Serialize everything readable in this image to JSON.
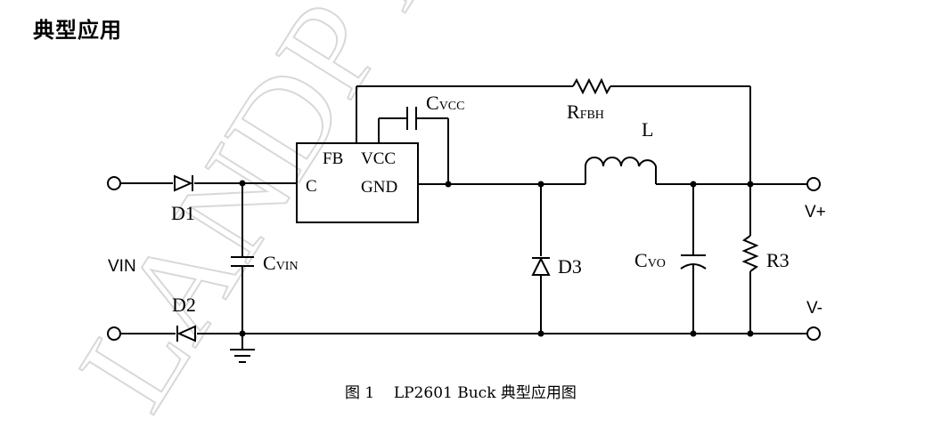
{
  "heading": "典型应用",
  "watermark": "LANDP PRELIMINARY",
  "ic": {
    "pin_fb": "FB",
    "pin_vcc": "VCC",
    "pin_c": "C",
    "pin_gnd": "GND"
  },
  "components": {
    "d1": "D1",
    "d2": "D2",
    "d3": "D3",
    "cvin_main": "C",
    "cvin_sub": "VIN",
    "cvcc_main": "C",
    "cvcc_sub": "VCC",
    "cvo_main": "C",
    "cvo_sub": "VO",
    "rfbh_main": "R",
    "rfbh_sub": "FBH",
    "inductor": "L",
    "r3": "R3"
  },
  "terminals": {
    "vin": "VIN",
    "vplus": "V+",
    "vminus": "V-"
  },
  "caption": "图 1    LP2601 Buck 典型应用图"
}
